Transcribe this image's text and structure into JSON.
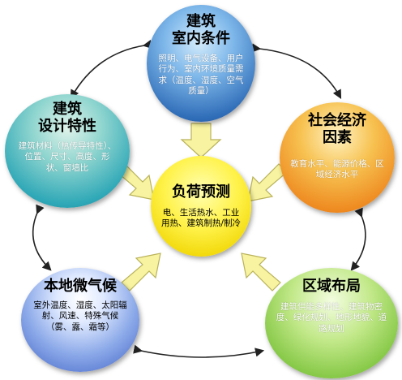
{
  "nodes": {
    "indoor": {
      "title": "建筑\n室内条件",
      "desc": "照明、电气设备、用户行为、室内环境质量需求（温度、湿度、空气质量）",
      "color": "#2f6db8"
    },
    "design": {
      "title": "建筑\n设计特性",
      "desc": "建筑材料（热传导特性）、位置、尺寸、高度、形状、窗墙比",
      "color": "#2fa8b7"
    },
    "social": {
      "title": "社会经济\n因素",
      "desc": "教育水平、能源价格、区域经济水平",
      "color": "#ee8a20"
    },
    "center": {
      "title": "负荷预测",
      "desc": "电、生活热水、工业用热、建筑制热/制冷",
      "color": "#fff24a"
    },
    "climate": {
      "title": "本地微气候",
      "desc": "室外温度、湿度、太阳辐射、风速、特殊气候（雾、露、霜等）",
      "color": "#3e5fc4"
    },
    "region": {
      "title": "区域布局",
      "desc": "建筑供能多样性、建筑物密度、绿化规划、地形地貌、道路规划",
      "color": "#7ec43e"
    }
  },
  "arrow_color": "#f7f3a0",
  "cycle_arrow_color": "#222222"
}
